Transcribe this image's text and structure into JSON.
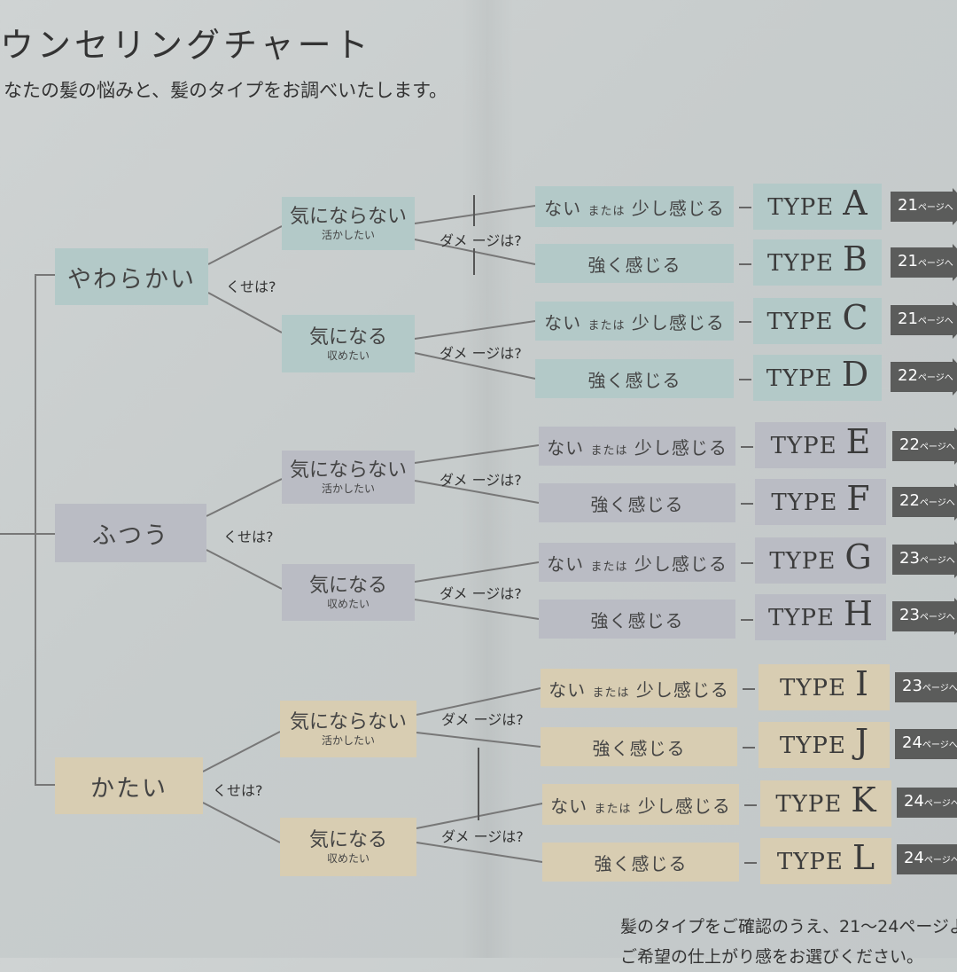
{
  "header": {
    "title": "ウンセリングチャート",
    "subtitle": "なたの髪の悩みと、髪のタイプをお調べいたします。"
  },
  "chart": {
    "question_kuse": "くせは?",
    "question_damage": "ダメ ージは?",
    "mid_labels": {
      "not_mind": "気にならない",
      "not_mind_sub": "活かしたい",
      "mind": "気になる",
      "mind_sub": "収めたい"
    },
    "answers": {
      "low_a": "ない",
      "low_small": "または",
      "low_b": "少し感じる",
      "high": "強く感じる"
    },
    "type_word": "TYPE",
    "page_suffix": "ページへ",
    "groups": [
      {
        "label": "やわらかい",
        "color": "#b3c9c8",
        "types": [
          {
            "letter": "A",
            "page": "21"
          },
          {
            "letter": "B",
            "page": "21"
          },
          {
            "letter": "C",
            "page": "21"
          },
          {
            "letter": "D",
            "page": "22"
          }
        ]
      },
      {
        "label": "ふつう",
        "color": "#babcc4",
        "types": [
          {
            "letter": "E",
            "page": "22"
          },
          {
            "letter": "F",
            "page": "22"
          },
          {
            "letter": "G",
            "page": "23"
          },
          {
            "letter": "H",
            "page": "23"
          }
        ]
      },
      {
        "label": "かたい",
        "color": "#d8cdb2",
        "types": [
          {
            "letter": "I",
            "page": "23"
          },
          {
            "letter": "J",
            "page": "24"
          },
          {
            "letter": "K",
            "page": "24"
          },
          {
            "letter": "L",
            "page": "24"
          }
        ]
      }
    ]
  },
  "footer": {
    "line1": "髪のタイプをご確認のうえ、21〜24ページよ",
    "line2": "ご希望の仕上がり感をお選びください。"
  }
}
